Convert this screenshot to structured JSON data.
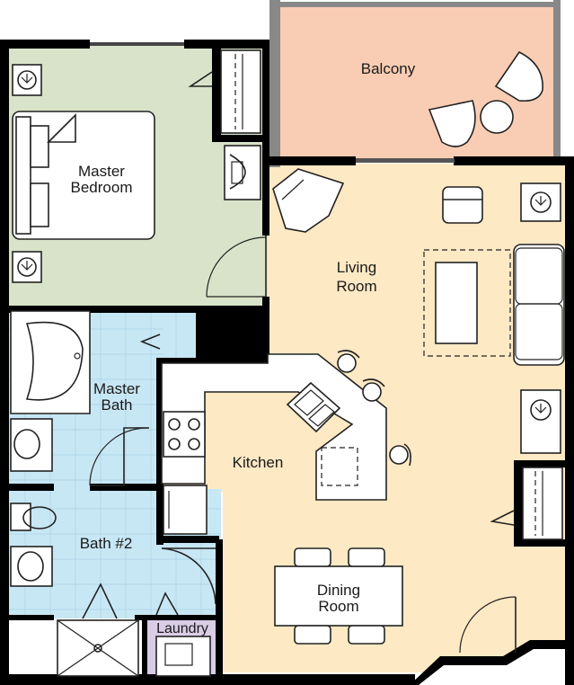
{
  "rooms": {
    "balcony": "Balcony",
    "master_bedroom_line1": "Master",
    "master_bedroom_line2": "Bedroom",
    "living_room_line1": "Living",
    "living_room_line2": "Room",
    "master_bath_line1": "Master",
    "master_bath_line2": "Bath",
    "kitchen": "Kitchen",
    "bath2": "Bath #2",
    "dining_room_line1": "Dining",
    "dining_room_line2": "Room",
    "laundry": "Laundry"
  },
  "colors": {
    "balcony": "#f9cdb4",
    "bedroom": "#d9e3c9",
    "living": "#fde9c4",
    "bath": "#c8e7f4",
    "laundry": "#d9cde6",
    "wall": "#000000"
  }
}
